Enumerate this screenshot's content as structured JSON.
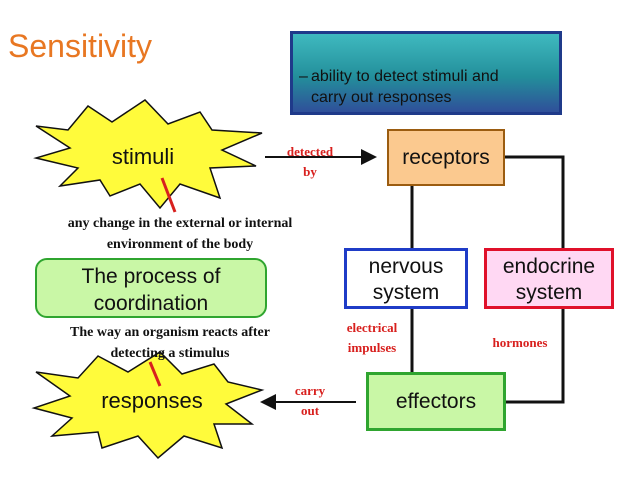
{
  "title": "Sensitivity",
  "definition": {
    "dash": "–",
    "line1": "ability to detect stimuli and",
    "line2": "carry out responses"
  },
  "stimuli": {
    "label": "stimuli",
    "note_line1": "any change in the external or internal",
    "note_line2": "environment of the body"
  },
  "process": {
    "line1": "The process of",
    "line2": "coordination",
    "note_line1": "The way an organism reacts after",
    "note_line2": "detecting a stimulus"
  },
  "responses": {
    "label": "responses"
  },
  "detected_by": {
    "line1": "detected",
    "line2": "by"
  },
  "carry_out": {
    "line1": "carry",
    "line2": "out"
  },
  "receptors": {
    "label": "receptors"
  },
  "nervous_system": {
    "line1": "nervous",
    "line2": "system"
  },
  "endocrine_system": {
    "line1": "endocrine",
    "line2": "system"
  },
  "effectors": {
    "label": "effectors"
  },
  "electrical_impulses": {
    "line1": "electrical",
    "line2": "impulses"
  },
  "hormones": {
    "label": "hormones"
  },
  "colors": {
    "title": "#e87722",
    "burst_fill": "#fffb3b",
    "red_text": "#d8201e",
    "nervous_border": "#1f3cc7",
    "endocrine_border": "#e0102a",
    "endocrine_fill": "#ffd8f3",
    "receptors_fill": "#fbc98f",
    "effectors_fill": "#c9f7a6"
  }
}
